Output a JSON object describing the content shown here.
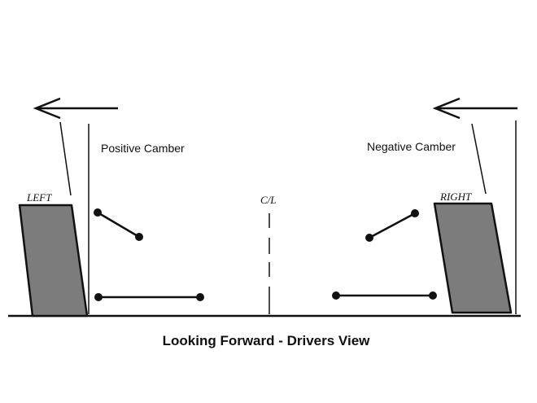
{
  "labels": {
    "left_tire": "LEFT",
    "right_tire": "RIGHT",
    "left_camber": "Positive Camber",
    "right_camber": "Negative Camber",
    "centerline": "C/L",
    "caption": "Looking Forward - Drivers View"
  },
  "colors": {
    "line": "#111111",
    "tire_fill": "#7c7c7c",
    "background": "#ffffff"
  }
}
